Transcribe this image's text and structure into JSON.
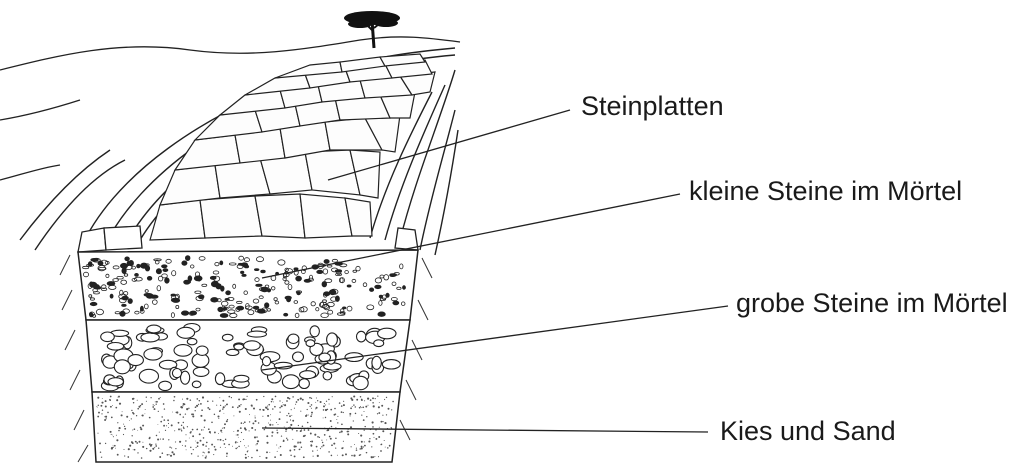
{
  "labels": [
    "Steinplatten",
    "kleine Steine im Mörtel",
    "grobe Steine im Mörtel",
    "Kies und Sand"
  ]
}
